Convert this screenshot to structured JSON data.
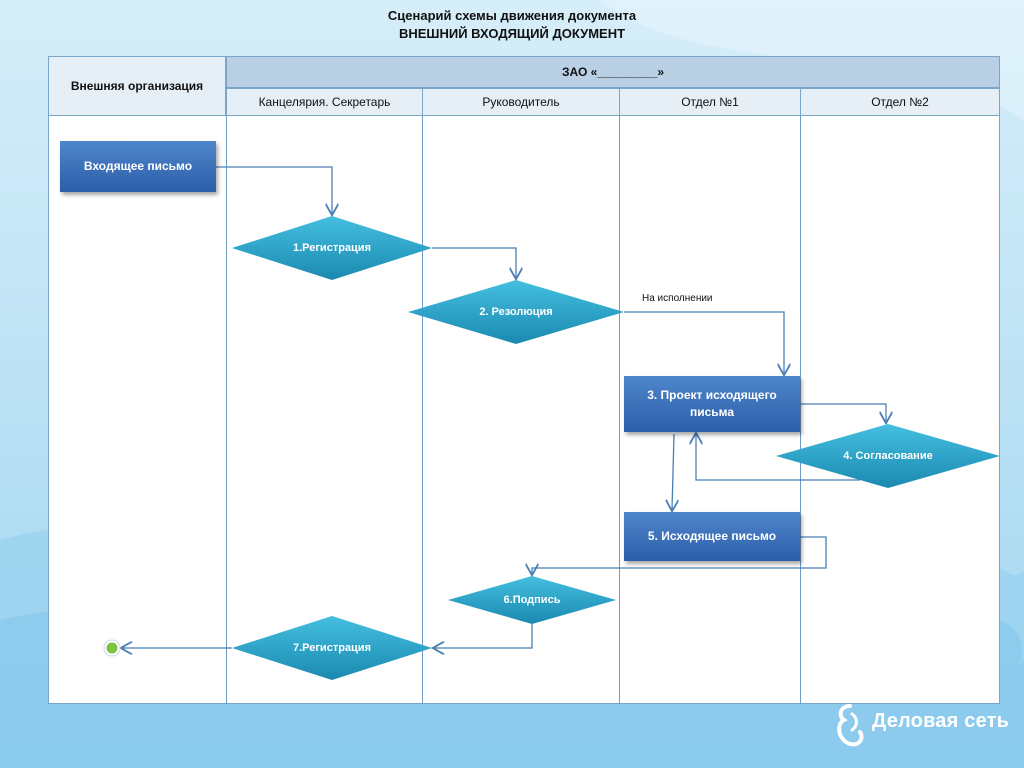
{
  "title": {
    "line1": "Сценарий схемы движения документа",
    "line2": "ВНЕШНИЙ ВХОДЯЩИЙ ДОКУМЕНТ"
  },
  "header": {
    "external": "Внешняя организация",
    "company": "ЗАО «_________»",
    "lanes": [
      "Канцелярия. Секретарь",
      "Руководитель",
      "Отдел №1",
      "Отдел №2"
    ]
  },
  "nodes": {
    "incoming": "Входящее письмо",
    "step1": "1.Регистрация",
    "step2": "2. Резолюция",
    "step3": "3. Проект исходящего письма",
    "step4": "4. Согласование",
    "step5": "5. Исходящее письмо",
    "step6": "6.Подпись",
    "step7": "7.Регистрация"
  },
  "annotations": {
    "in_progress": "На исполнении"
  },
  "logo": "Деловая сеть",
  "colors": {
    "diamond": "#2aa3c6",
    "rect": "#3a6fb8",
    "connector": "#4a7fb5",
    "end_dot": "#7cc242"
  }
}
